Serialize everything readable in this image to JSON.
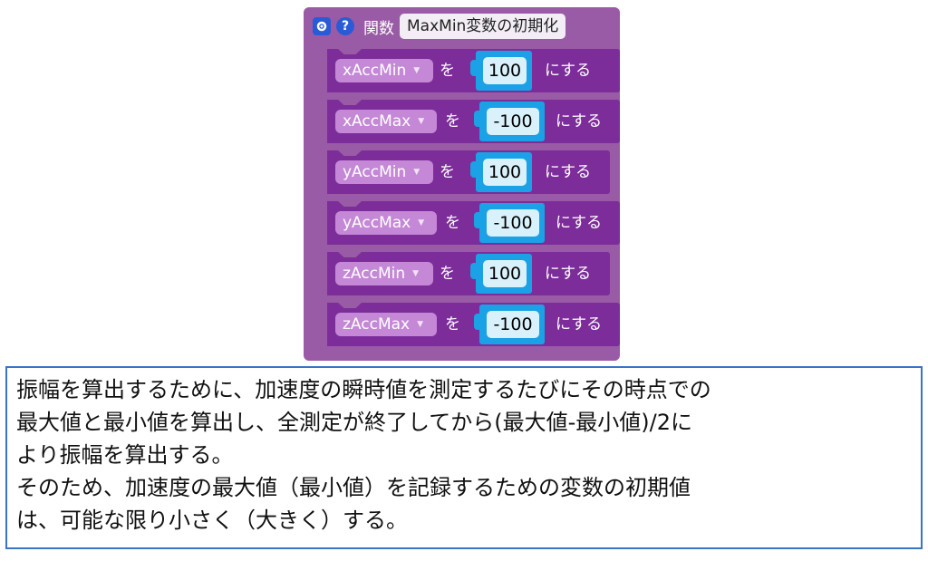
{
  "function_block": {
    "keyword": "関数",
    "name": "MaxMin変数の初期化",
    "colors": {
      "body": "#995ba5",
      "statement": "#7c2d9a",
      "var_chip": "#c488d6",
      "number_block": "#1ba1e6",
      "number_field": "#d9f1fb"
    },
    "icons": [
      "gear-icon",
      "help-icon"
    ],
    "statements": [
      {
        "variable": "xAccMin",
        "particle": "を",
        "value": "100",
        "suffix": "にする"
      },
      {
        "variable": "xAccMax",
        "particle": "を",
        "value": "-100",
        "suffix": "にする"
      },
      {
        "variable": "yAccMin",
        "particle": "を",
        "value": "100",
        "suffix": "にする"
      },
      {
        "variable": "yAccMax",
        "particle": "を",
        "value": "-100",
        "suffix": "にする"
      },
      {
        "variable": "zAccMin",
        "particle": "を",
        "value": "100",
        "suffix": "にする"
      },
      {
        "variable": "zAccMax",
        "particle": "を",
        "value": "-100",
        "suffix": "にする"
      }
    ]
  },
  "description": {
    "lines": [
      "振幅を算出するために、加速度の瞬時値を測定するたびにその時点での",
      "最大値と最小値を算出し、全測定が終了してから(最大値-最小値)/2に",
      "より振幅を算出する。",
      "そのため、加速度の最大値（最小値）を記録するための変数の初期値",
      "は、可能な限り小さく（大きく）する。"
    ]
  }
}
